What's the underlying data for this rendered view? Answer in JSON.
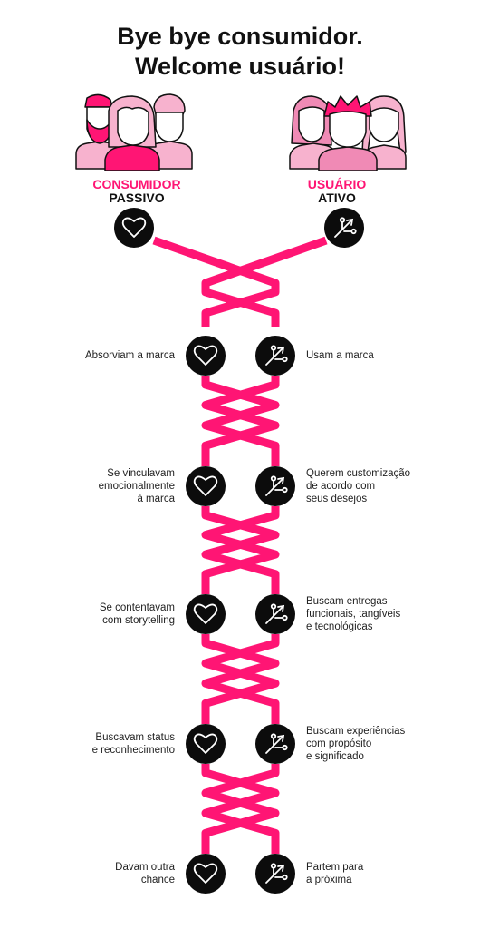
{
  "title": {
    "line1": "Bye bye consumidor.",
    "line2": "Welcome usuário!"
  },
  "left_header": {
    "line1": "CONSUMIDOR",
    "line2": "PASSIVO",
    "icon": "heart-icon"
  },
  "right_header": {
    "line1": "USUÁRIO",
    "line2": "ATIVO",
    "icon": "branch-arrow-icon"
  },
  "colors": {
    "accent": "#ff1574",
    "dark": "#0c0c0c",
    "light_pink": "#f7b2ce",
    "mid_pink": "#f08ab5"
  },
  "rows": [
    {
      "left": [
        "Absorviam a marca"
      ],
      "right": [
        "Usam a marca"
      ]
    },
    {
      "left": [
        "Se vinculavam",
        "emocionalmente",
        "à marca"
      ],
      "right": [
        "Querem customização",
        "de acordo com",
        "seus desejos"
      ]
    },
    {
      "left": [
        "Se contentavam",
        "com storytelling"
      ],
      "right": [
        "Buscam entregas",
        "funcionais, tangíveis",
        "e tecnológicas"
      ]
    },
    {
      "left": [
        "Buscavam status",
        "e reconhecimento"
      ],
      "right": [
        "Buscam experiências",
        "com propósito",
        "e significado"
      ]
    },
    {
      "left": [
        "Davam outra",
        "chance"
      ],
      "right": [
        "Partem para",
        "a próxima"
      ]
    }
  ]
}
